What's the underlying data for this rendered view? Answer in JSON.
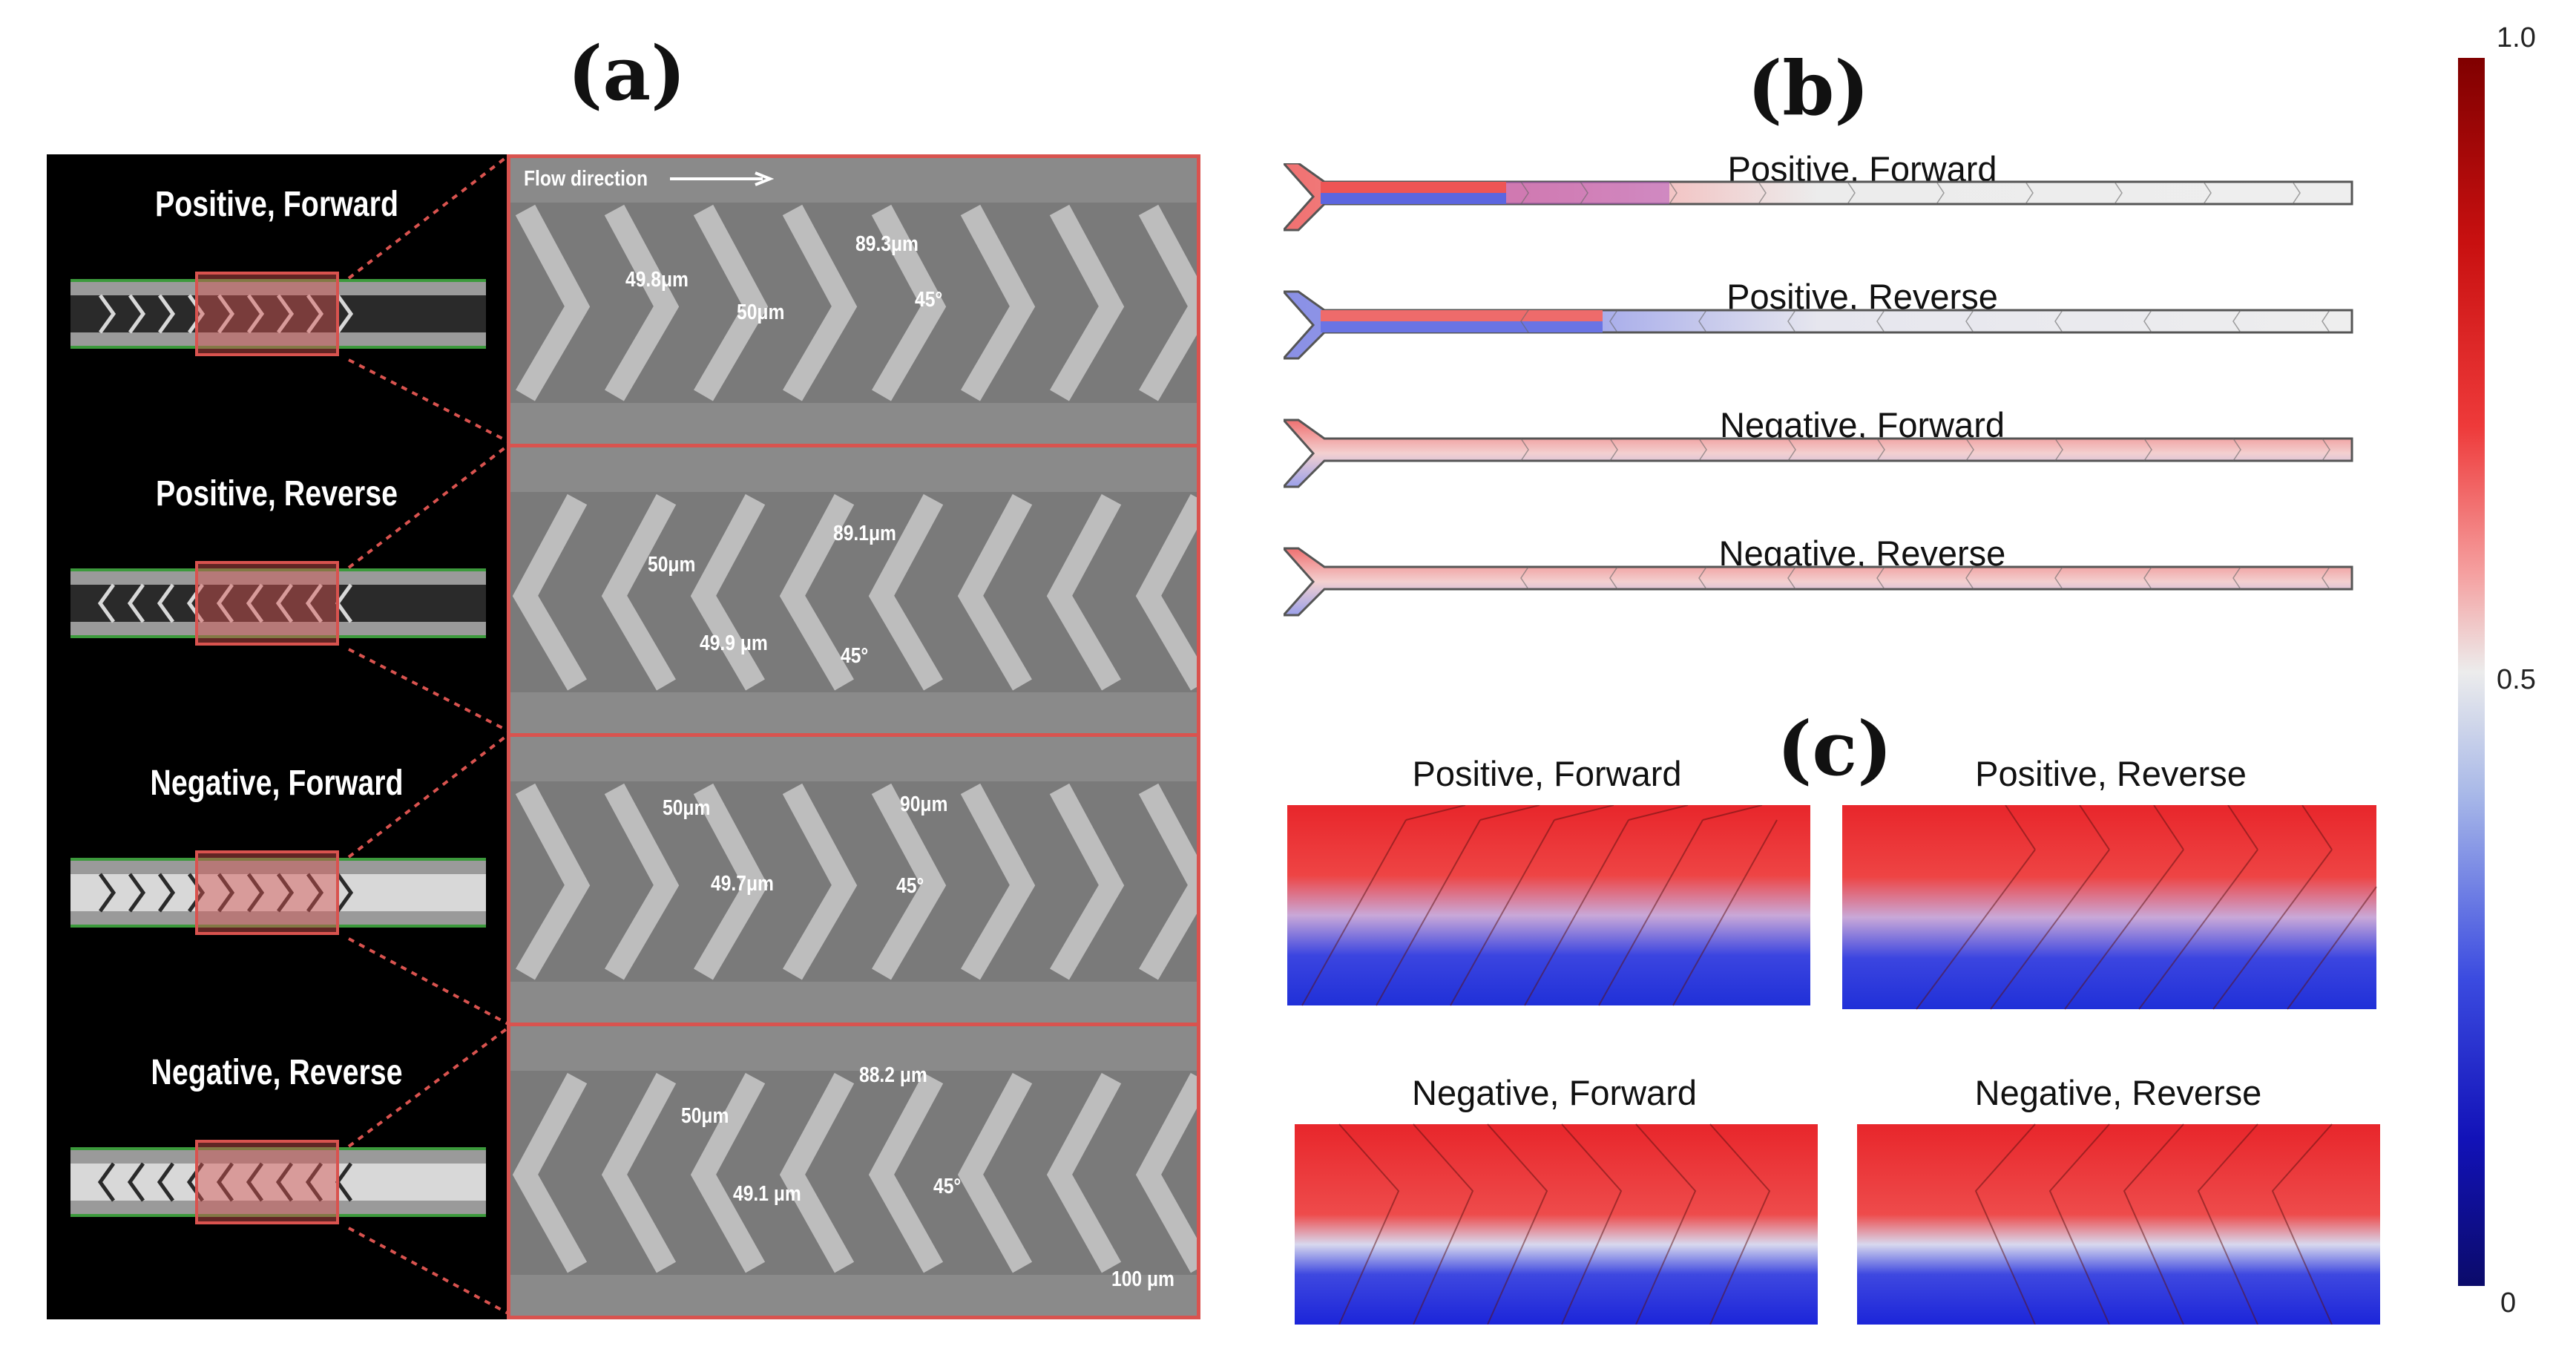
{
  "panel_labels": {
    "a": "(a)",
    "b": "(b)",
    "c": "(c)"
  },
  "panel_a": {
    "configs": [
      {
        "title": "Positive, Forward"
      },
      {
        "title": "Positive, Reverse"
      },
      {
        "title": "Negative, Forward"
      },
      {
        "title": "Negative, Reverse"
      }
    ],
    "flow_direction": "Flow direction",
    "sem": [
      {
        "m1": "49.8μm",
        "m2": "50μm",
        "m3": "89.3μm",
        "m4": "45°"
      },
      {
        "m1": "50μm",
        "m2": "49.9 μm",
        "m3": "89.1μm",
        "m4": "45°"
      },
      {
        "m1": "50μm",
        "m2": "49.7μm",
        "m3": "90μm",
        "m4": "45°"
      },
      {
        "m1": "50μm",
        "m2": "49.1 μm",
        "m3": "88.2 μm",
        "m4": "45°"
      }
    ],
    "scale_bar": "100 μm"
  },
  "panel_b": {
    "titles": [
      "Positive, Forward",
      "Positive, Reverse",
      "Negative, Forward",
      "Negative, Reverse"
    ]
  },
  "panel_c": {
    "titles": [
      "Positive, Forward",
      "Positive, Reverse",
      "Negative, Forward",
      "Negative, Reverse"
    ]
  },
  "colorbar": {
    "max": "1.0",
    "mid": "0.5",
    "min": "0"
  },
  "colors": {
    "red": "#e8262b",
    "blue": "#1c25d9",
    "highlight": "#d9534f",
    "sem_gray": "#6d6d6d"
  }
}
